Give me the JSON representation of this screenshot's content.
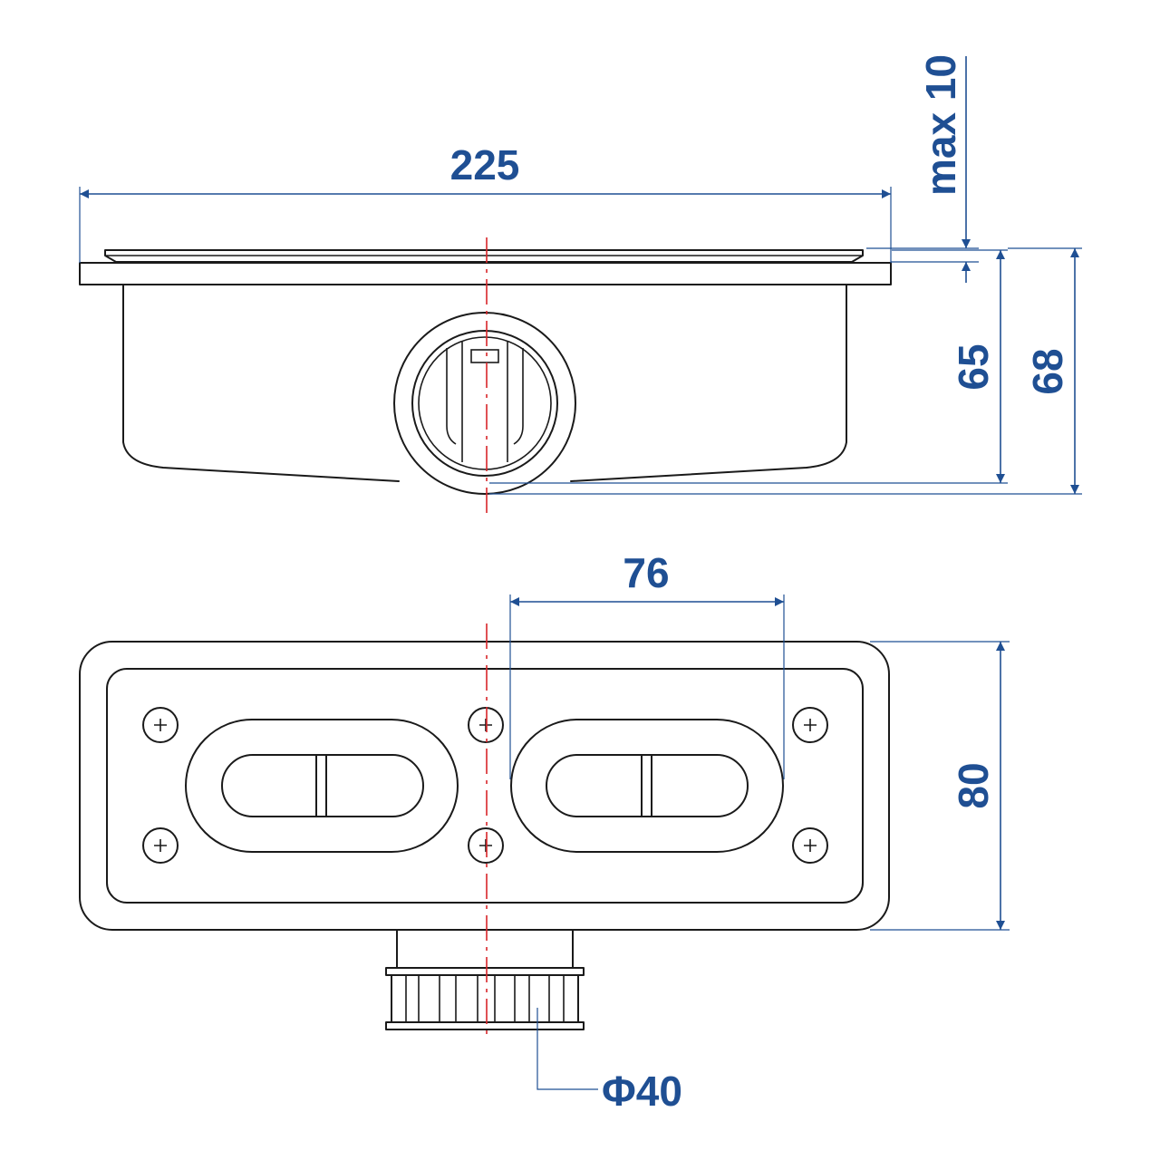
{
  "dimensions": {
    "overall_width": "225",
    "max_insert": "max 10",
    "body_height": "65",
    "total_height": "68",
    "outlet_spacing": "76",
    "flange_depth": "80",
    "outlet_diameter": "Φ40"
  },
  "colors": {
    "dimension": "#1f4f93",
    "centerline": "#d9262a",
    "outline": "#1a1a1a"
  }
}
